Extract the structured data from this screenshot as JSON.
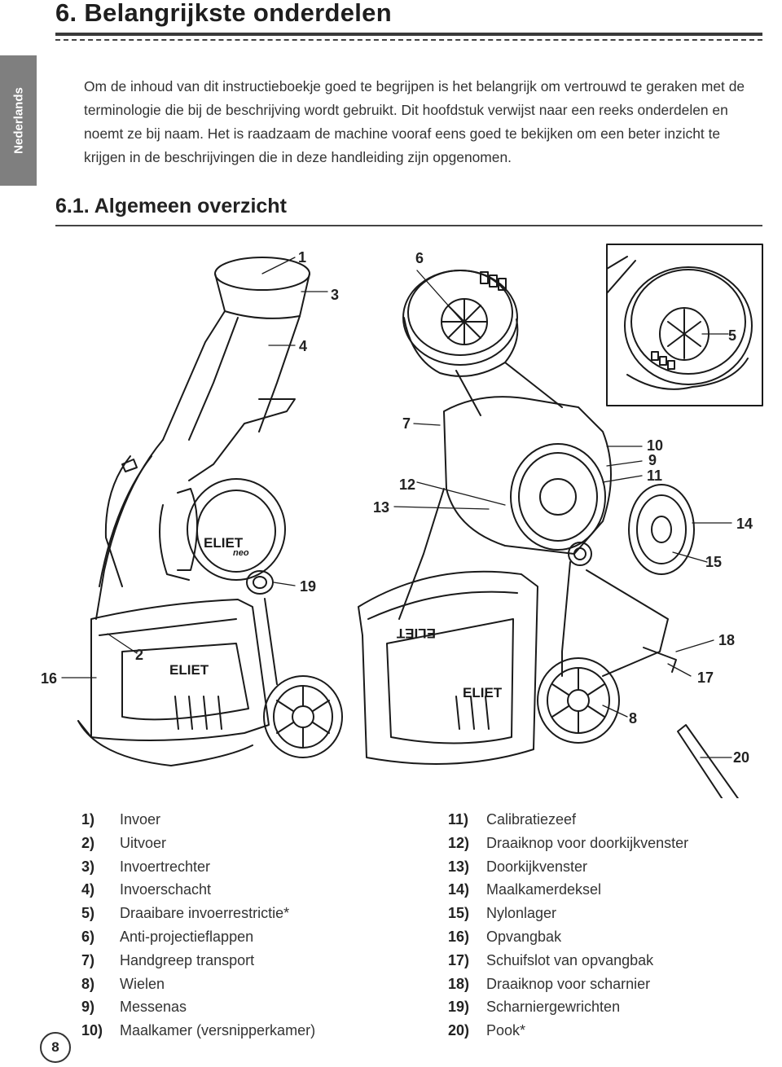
{
  "header": {
    "title": "6. Belangrijkste onderdelen",
    "language_tab": "Nederlands"
  },
  "intro": "Om de inhoud van dit instructieboekje goed te begrijpen is het belangrijk om vertrouwd te geraken met de terminologie die bij de beschrijving wordt gebruikt. Dit hoofdstuk verwijst naar een reeks onderdelen en noemt ze bij naam. Het is raadzaam de machine vooraf eens goed te bekijken om een beter inzicht te krijgen in de beschrijvingen die in deze handleiding zijn opgenomen.",
  "section": {
    "title": "6.1. Algemeen overzicht"
  },
  "diagram": {
    "brand_text": [
      "ELIET",
      "neo",
      "ELIET",
      "ELIET",
      "ELIET"
    ],
    "callouts": [
      "1",
      "2",
      "3",
      "4",
      "5",
      "6",
      "7",
      "8",
      "9",
      "10",
      "11",
      "12",
      "13",
      "14",
      "15",
      "16",
      "17",
      "18",
      "19",
      "20"
    ]
  },
  "legend": {
    "left": [
      {
        "num": "1)",
        "text": "Invoer"
      },
      {
        "num": "2)",
        "text": "Uitvoer"
      },
      {
        "num": "3)",
        "text": "Invoertrechter"
      },
      {
        "num": "4)",
        "text": "Invoerschacht"
      },
      {
        "num": "5)",
        "text": "Draaibare invoerrestrictie*"
      },
      {
        "num": "6)",
        "text": "Anti-projectieflappen"
      },
      {
        "num": "7)",
        "text": "Handgreep transport"
      },
      {
        "num": "8)",
        "text": "Wielen"
      },
      {
        "num": "9)",
        "text": "Messenas"
      },
      {
        "num": "10)",
        "text": "Maalkamer (versnipperkamer)"
      }
    ],
    "right": [
      {
        "num": "11)",
        "text": "Calibratiezeef"
      },
      {
        "num": "12)",
        "text": "Draaiknop voor doorkijkvenster"
      },
      {
        "num": "13)",
        "text": "Doorkijkvenster"
      },
      {
        "num": "14)",
        "text": "Maalkamerdeksel"
      },
      {
        "num": "15)",
        "text": "Nylonlager"
      },
      {
        "num": "16)",
        "text": "Opvangbak"
      },
      {
        "num": "17)",
        "text": "Schuifslot van opvangbak"
      },
      {
        "num": "18)",
        "text": "Draaiknop voor scharnier"
      },
      {
        "num": "19)",
        "text": "Scharniergewrichten"
      },
      {
        "num": "20)",
        "text": "Pook*"
      }
    ]
  },
  "page_number": "8"
}
